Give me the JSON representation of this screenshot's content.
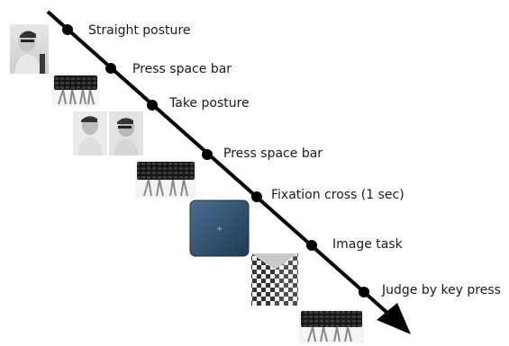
{
  "diagram": {
    "steps": [
      {
        "label": "Straight posture"
      },
      {
        "label": "Press space bar"
      },
      {
        "label": "Take posture"
      },
      {
        "label": "Press space bar"
      },
      {
        "label": "Fixation cross (1 sec)"
      },
      {
        "label": "Image task"
      },
      {
        "label": "Judge by key press"
      }
    ],
    "fixation_symbol": "+",
    "colors": {
      "arrow": "#000000",
      "fixation_panel": "#2f4f6f",
      "keyboard": "#1c1c1c"
    }
  }
}
